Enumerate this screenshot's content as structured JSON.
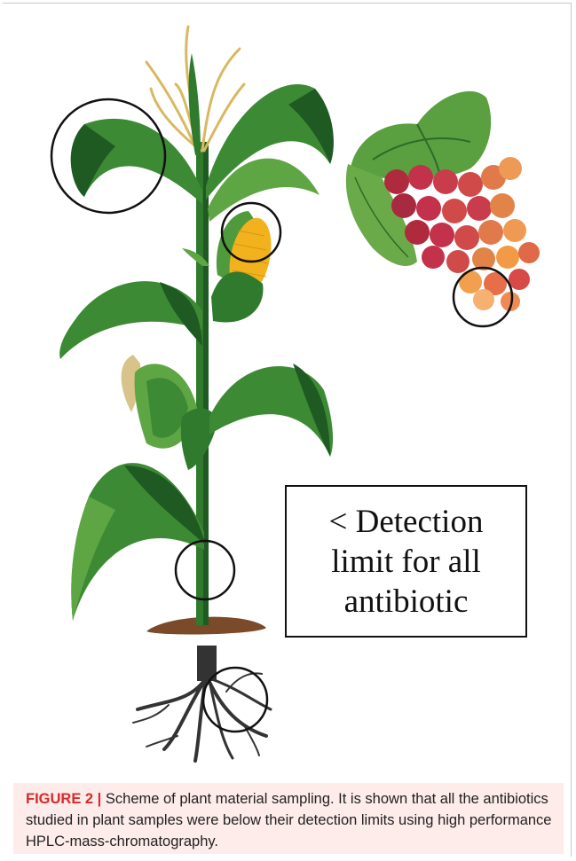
{
  "figure": {
    "detection_text": {
      "line1": "< Detection",
      "line2": "limit  for all",
      "line3": "antibiotic"
    },
    "caption": {
      "label": "FIGURE 2 |",
      "text": " Scheme of plant material sampling. It is shown that all the antibiotics studied in plant samples were below their detection limits using high performance HPLC-mass-chromatography."
    }
  },
  "colors": {
    "leaf_dark": "#1e5a22",
    "leaf": "#3d8a35",
    "leaf_light": "#5ea544",
    "stem": "#2f7a2c",
    "corn": "#f2b21e",
    "tassel": "#d8b860",
    "grape": "#c4314a",
    "grape_light": "#f29a45",
    "root": "#333333",
    "soil": "#7a4a2a",
    "caption_label": "#d52b2b",
    "caption_bg": "#fdecea"
  }
}
